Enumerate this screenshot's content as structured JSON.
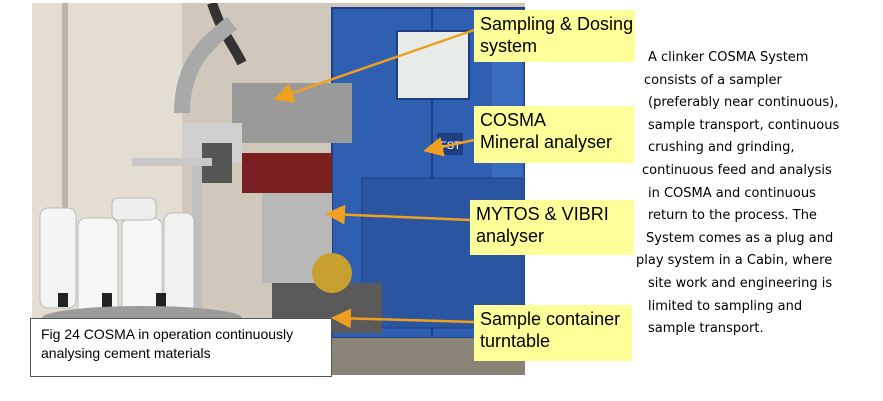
{
  "figure": {
    "labels": {
      "sampling_line1": "Sampling & Dosing",
      "sampling_line2": "system",
      "cosma_line1": "COSMA",
      "cosma_line2": "Mineral analyser",
      "mytos_line1": "MYTOS & VIBRI",
      "mytos_line2": "analyser",
      "turntable_line1": "Sample container",
      "turntable_line2": "turntable"
    },
    "photo_text": {
      "logo": "FST"
    },
    "caption": {
      "line1": "Fig 24 COSMA in operation continuously",
      "line2": "analysing cement materials"
    },
    "colors": {
      "label_bg": "#ffff99",
      "arrow": "#f0a020",
      "cabinet_blue": "#2f5fb0"
    }
  },
  "description": {
    "lines": [
      "A clinker COSMA System",
      "consists of a sampler",
      "(preferably near continuous),",
      "sample transport, continuous",
      "crushing and grinding,",
      "continuous feed and analysis",
      "in COSMA and continuous",
      "return to the process.  The",
      "System comes as a plug and",
      "play system in a Cabin, where",
      "site work and engineering is",
      "limited to sampling and",
      "sample transport."
    ]
  }
}
